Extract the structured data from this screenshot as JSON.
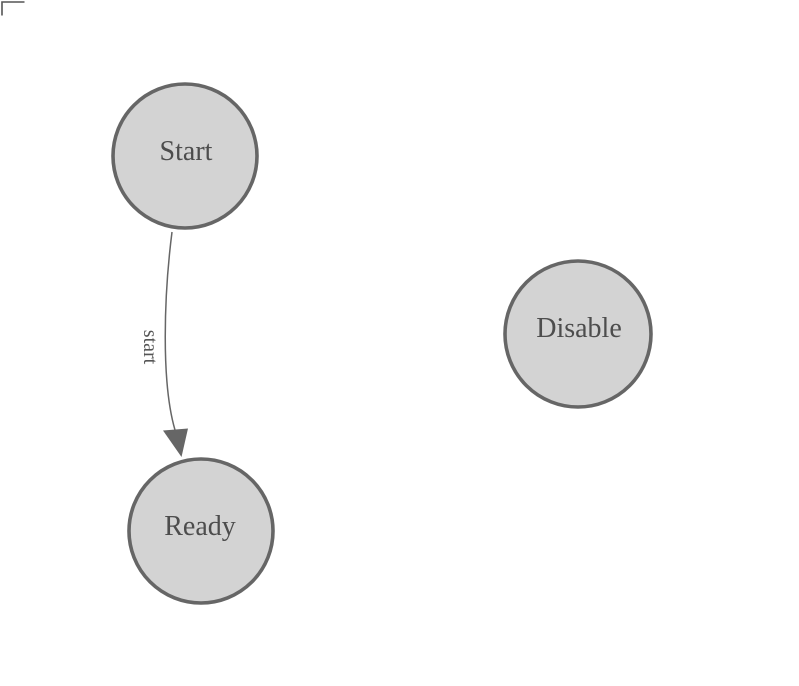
{
  "diagram": {
    "background": "#ffffff",
    "colors": {
      "node_fill": "#d3d3d3",
      "node_stroke": "#666666",
      "node_text": "#4d4d4d",
      "edge_stroke": "#666666",
      "arrowhead_fill": "#666666",
      "edge_label_text": "#555555",
      "corner_mark": "#555555"
    },
    "nodes": [
      {
        "id": "start",
        "label": "Start"
      },
      {
        "id": "ready",
        "label": "Ready"
      },
      {
        "id": "disable",
        "label": "Disable"
      }
    ],
    "edges": [
      {
        "from": "start",
        "to": "ready",
        "label": "start"
      }
    ]
  }
}
